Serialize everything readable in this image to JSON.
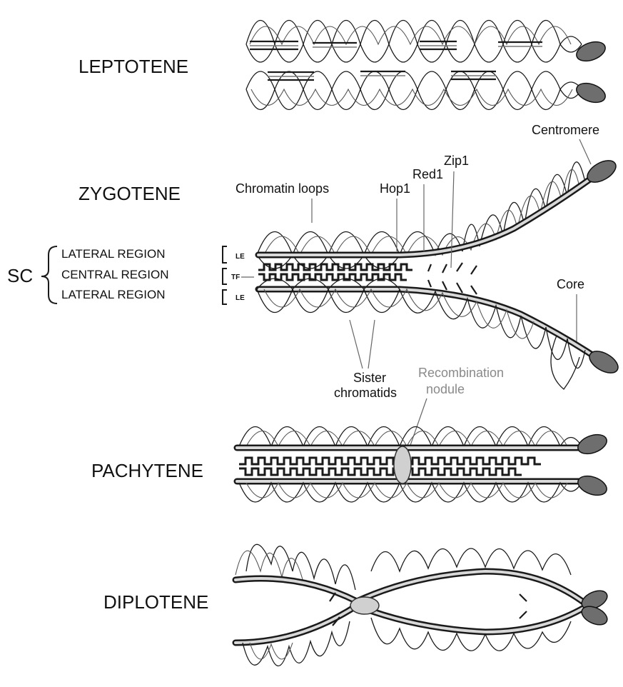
{
  "stages": {
    "leptotene": "LEPTOTENE",
    "zygotene": "ZYGOTENE",
    "pachytene": "PACHYTENE",
    "diplotene": "DIPLOTENE"
  },
  "sc": {
    "abbrev": "SC",
    "lateral_top": "LATERAL REGION",
    "central": "CENTRAL REGION",
    "lateral_bottom": "LATERAL REGION",
    "le_top": "LE",
    "tf": "TF",
    "le_bottom": "LE"
  },
  "annotations": {
    "centromere": "Centromere",
    "chromatin_loops": "Chromatin loops",
    "hop1": "Hop1",
    "red1": "Red1",
    "zip1": "Zip1",
    "core": "Core",
    "sister": "Sister",
    "chromatids": "chromatids",
    "recombination": "Recombination",
    "nodule": "nodule"
  },
  "colors": {
    "ink": "#1a1a1a",
    "core_fill": "#d8d8d8",
    "centromere": "#6e6e6e",
    "nodule": "#d0d0d0",
    "grey_text": "#8a8a8a"
  }
}
